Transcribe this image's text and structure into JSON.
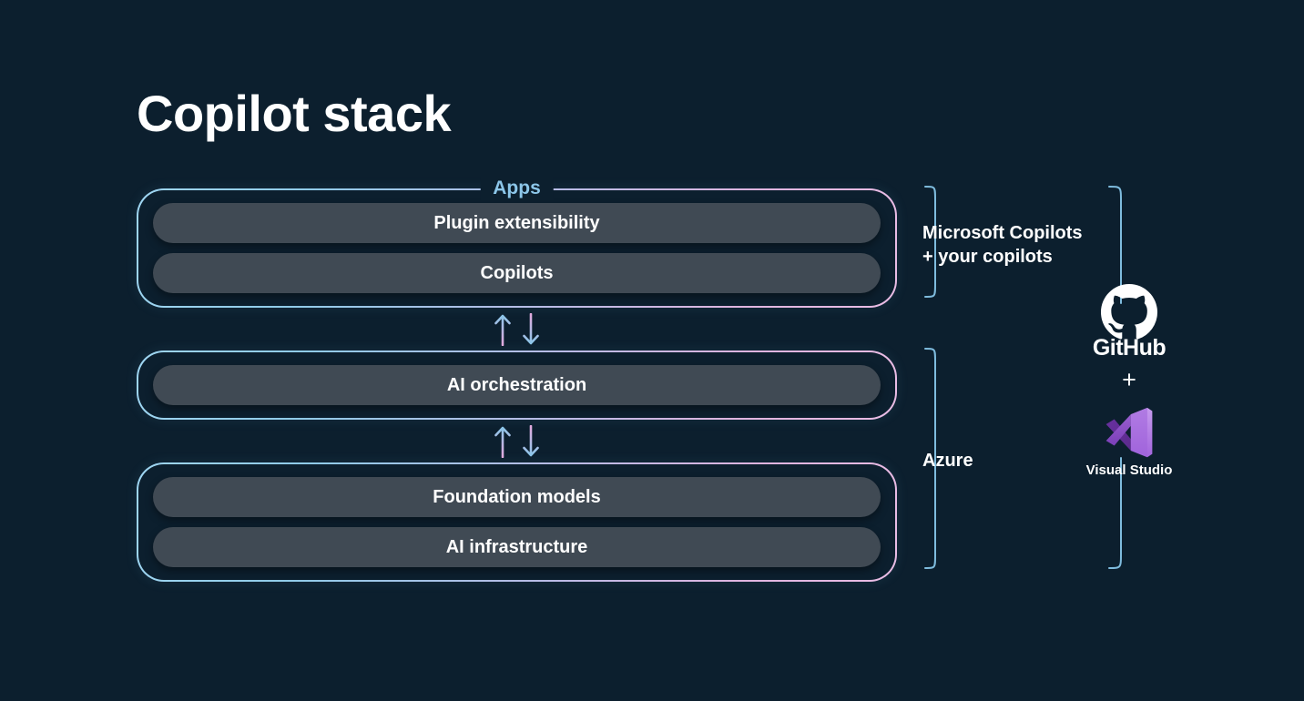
{
  "page": {
    "title": "Copilot stack",
    "background_color": "#0c1f2e"
  },
  "theme": {
    "accent_cyan": "#8cc6e9",
    "accent_pink": "#e9bce4",
    "pill_background": "#404a54",
    "text_primary": "#ffffff",
    "vs_purple": "#9b4ee0"
  },
  "stack": {
    "layers": [
      {
        "legend": "Apps",
        "items": [
          "Plugin extensibility",
          "Copilots"
        ]
      },
      {
        "legend": "",
        "items": [
          "AI orchestration"
        ]
      },
      {
        "legend": "",
        "items": [
          "Foundation models",
          "AI infrastructure"
        ]
      }
    ],
    "connectors": [
      {
        "up_icon": "arrow-up-icon",
        "down_icon": "arrow-down-icon"
      },
      {
        "up_icon": "arrow-up-icon",
        "down_icon": "arrow-down-icon"
      }
    ]
  },
  "annotations": {
    "copilots": {
      "line1": "Microsoft Copilots",
      "line2": "+ your copilots"
    },
    "azure": {
      "label": "Azure"
    }
  },
  "tools": {
    "github": {
      "caption": "GitHub",
      "icon": "github-octocat-icon"
    },
    "separator": "+",
    "visual_studio": {
      "caption": "Visual Studio",
      "icon": "visual-studio-infinity-icon"
    }
  }
}
